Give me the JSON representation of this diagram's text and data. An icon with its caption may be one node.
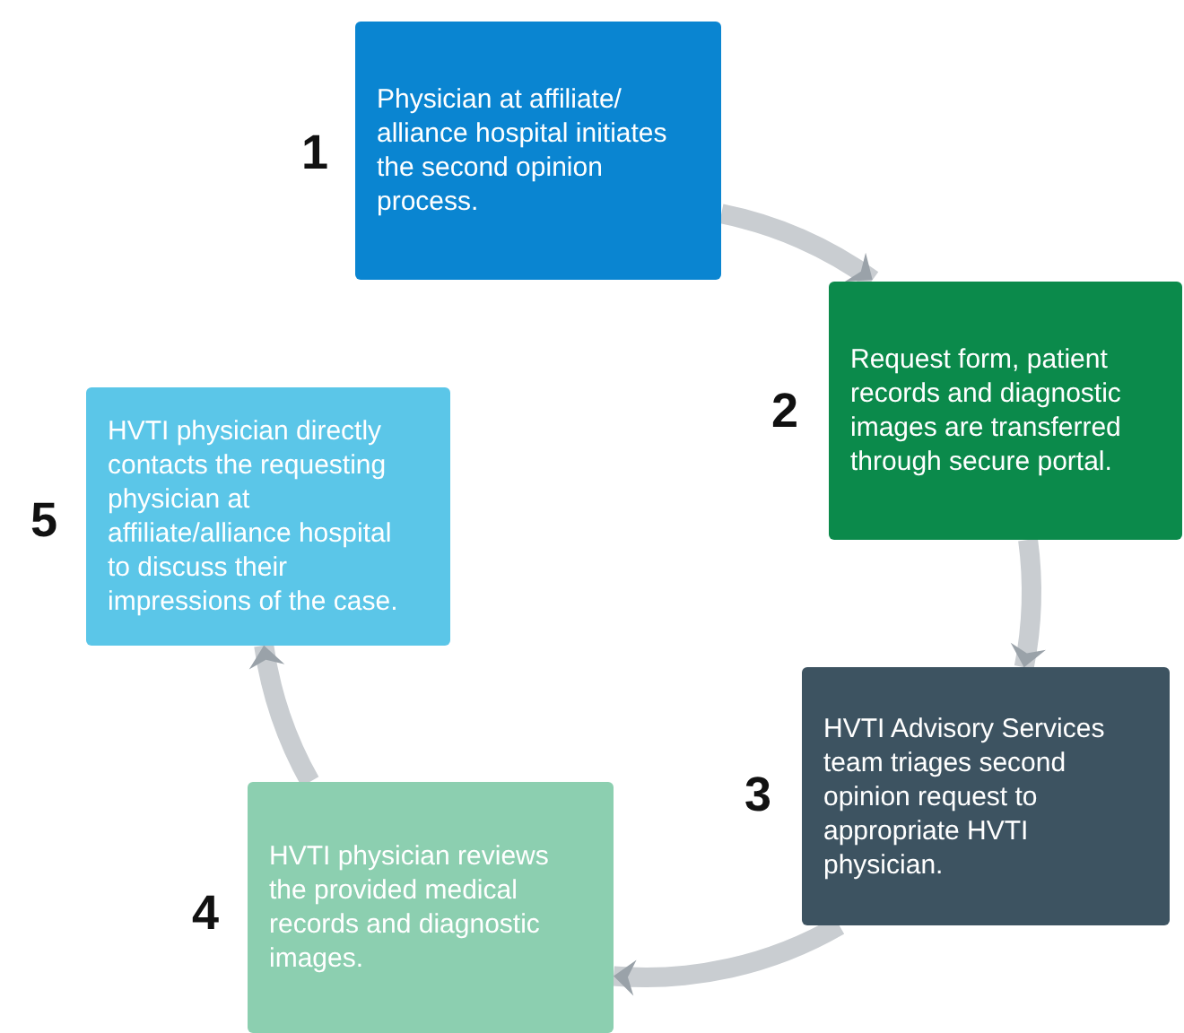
{
  "diagram": {
    "nodes": [
      {
        "text": [
          "Physician at affiliate/ alliance hospital initiates the second opinion process."
        ],
        "beside": [
          "1"
        ]
      },
      {
        "text": [
          "Request form, patient records and diagnostic images are transferred through secure portal."
        ],
        "beside": [
          "2"
        ]
      },
      {
        "text": [
          "HVTI Advisory Services team triages second opinion request to appropriate HVTI physician."
        ],
        "beside": [
          "3"
        ]
      },
      {
        "text": [
          "HVTI physician reviews the provided medical records and diagnostic images."
        ],
        "beside": [
          "4"
        ]
      },
      {
        "text": [
          "HVTI physician directly contacts the requesting physician at affiliate/alliance hospital to discuss their impressions of the case."
        ],
        "beside": [
          "5"
        ]
      }
    ],
    "edges": [
      {
        "from": 0,
        "to": 1,
        "arrow": "to"
      },
      {
        "from": 1,
        "to": 2,
        "arrow": "to"
      },
      {
        "from": 2,
        "to": 3,
        "arrow": "to"
      },
      {
        "from": 3,
        "to": 4,
        "arrow": "to"
      }
    ]
  }
}
